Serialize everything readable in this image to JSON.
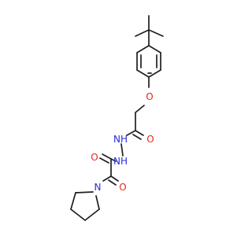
{
  "colors": {
    "background": "#ffffff",
    "bond": "#1f1f1f",
    "oxygen": "#e8261c",
    "nitrogen": "#2a2ae0"
  },
  "atoms": {
    "ether_o": "O",
    "amide_o1": "O",
    "nh_upper": "NH",
    "nh_lower": "NH",
    "amide_o2": "O",
    "ketone_o": "O",
    "ring_n": "N"
  }
}
